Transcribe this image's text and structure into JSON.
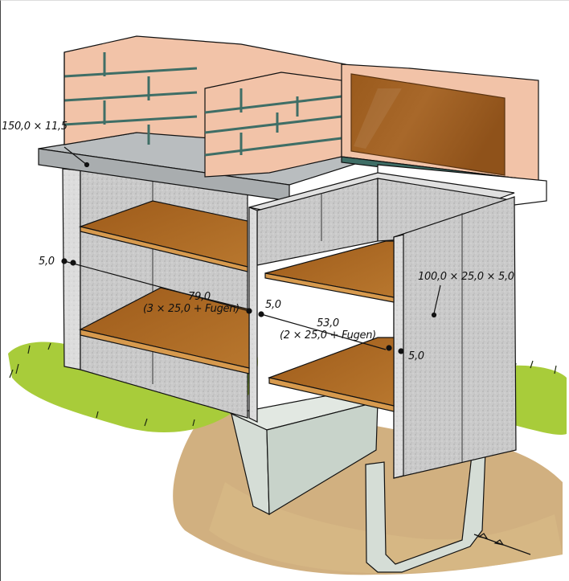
{
  "diagram": {
    "subject": "outdoor brick barbecue with concrete block base",
    "colors": {
      "brick": "#F2C3A8",
      "brick_shadow": "#E3A585",
      "mortar": "#3F6E66",
      "concrete": "#C9C9C9",
      "slab": "#BFC3C4",
      "shelf": "#A9651F",
      "shelf_edge": "#D79A4E",
      "grill_plate": "#9A5A1C",
      "grass_light": "#A8CC3A",
      "grass_dark": "#6FA83A",
      "soil": "#C9A26A",
      "foundation": "#D5DDD6"
    },
    "labels": {
      "worktop_slab": "150,0 × 11,5",
      "left_gap": "5,0",
      "shelf_height_value": "79,0",
      "shelf_height_formula": "(3 × 25,0 + Fugen)",
      "middle_gap": "5,0",
      "right_height_value": "53,0",
      "right_height_formula": "(2 × 25,0 + Fugen)",
      "right_gap": "5,0",
      "side_block": "100,0 × 25,0 × 5,0"
    }
  }
}
